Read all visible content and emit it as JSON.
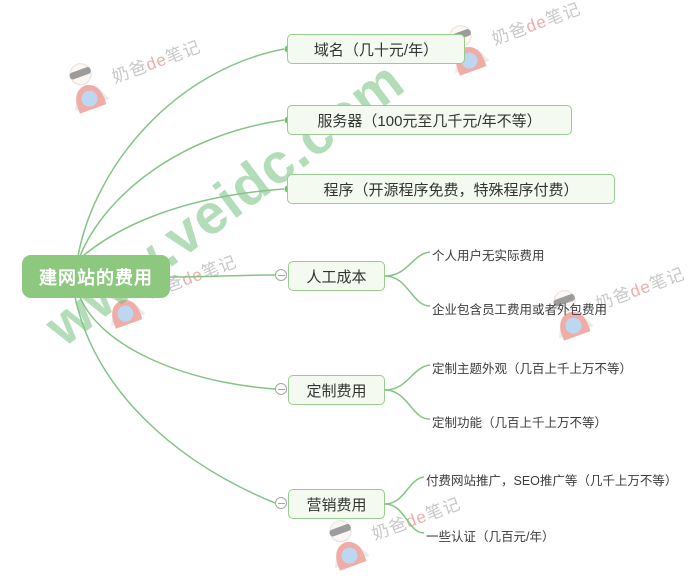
{
  "mindmap": {
    "root": {
      "label": "建网站的费用"
    },
    "branches": [
      {
        "label": "域名（几十元/年）",
        "children": []
      },
      {
        "label": "服务器（100元至几千元/年不等）",
        "children": []
      },
      {
        "label": "程序（开源程序免费，特殊程序付费）",
        "children": []
      },
      {
        "label": "人工成本",
        "children": [
          "个人用户无实际费用",
          "企业包含员工费用或者外包费用"
        ]
      },
      {
        "label": "定制费用",
        "children": [
          "定制主题外观（几百上千上万不等）",
          "定制功能（几百上千上万不等）"
        ]
      },
      {
        "label": "营销费用",
        "children": [
          "付费网站推广，SEO推广等（几千上万不等）",
          "一些认证（几百元/年）"
        ]
      }
    ],
    "colors": {
      "connector": "#85c485",
      "node_border": "#97cd8f",
      "node_fill": "#f4faf0",
      "root_fill": "#8cc87e"
    }
  },
  "watermark": {
    "brand": {
      "part1": "奶爸",
      "part2": "de",
      "part3": "笔记"
    },
    "url": "www.veidc.com"
  }
}
